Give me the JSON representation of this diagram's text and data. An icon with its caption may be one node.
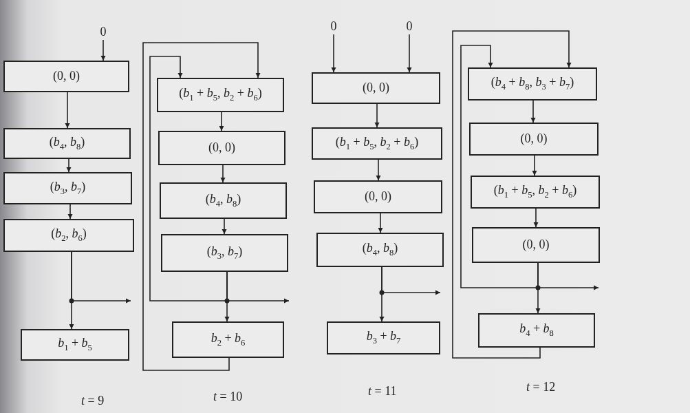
{
  "diagram": {
    "nodes": [
      {
        "text": [
          "0"
        ]
      },
      {
        "text": [
          "(0, 0)"
        ]
      },
      {
        "text": [
          "(*b*$_{4}$, *b*$_{8}$)"
        ]
      },
      {
        "text": [
          "(*b*$_{3}$, *b*$_{7}$)"
        ]
      },
      {
        "text": [
          "(*b*$_{2}$, *b*$_{6}$)"
        ]
      },
      {
        "text": [
          "*b*$_{1}$ + *b*$_{5}$"
        ]
      },
      {
        "text": [
          "(*b*$_{1}$ + *b*$_{5}$, *b*$_{2}$ + *b*$_{6}$)"
        ]
      },
      {
        "text": [
          "(0, 0)"
        ]
      },
      {
        "text": [
          "(*b*$_{4}$, *b*$_{8}$)"
        ]
      },
      {
        "text": [
          "(*b*$_{3}$, *b*$_{7}$)"
        ]
      },
      {
        "text": [
          "*b*$_{2}$ + *b*$_{6}$"
        ]
      },
      {
        "text": [
          "0"
        ]
      },
      {
        "text": [
          "0"
        ]
      },
      {
        "text": [
          "(0, 0)"
        ]
      },
      {
        "text": [
          "(*b*$_{1}$ + *b*$_{5}$, *b*$_{2}$ + *b*$_{6}$)"
        ]
      },
      {
        "text": [
          "(0, 0)"
        ]
      },
      {
        "text": [
          "(*b*$_{4}$, *b*$_{8}$)"
        ]
      },
      {
        "text": [
          "*b*$_{3}$ + *b*$_{7}$"
        ]
      },
      {
        "text": [
          "(*b*$_{4}$ + *b*$_{8}$, *b*$_{3}$ + *b*$_{7}$)"
        ]
      },
      {
        "text": [
          "(0, 0)"
        ]
      },
      {
        "text": [
          "(*b*$_{1}$ + *b*$_{5}$, *b*$_{2}$ + *b*$_{6}$)"
        ]
      },
      {
        "text": [
          "(0, 0)"
        ]
      },
      {
        "text": [
          "*b*$_{4}$ + *b*$_{8}$"
        ]
      }
    ],
    "edges": [
      {
        "from": 0,
        "to": 1,
        "arrow": "to"
      },
      {
        "from": 1,
        "to": 2,
        "arrow": "to"
      },
      {
        "from": 2,
        "to": 3,
        "arrow": "to"
      },
      {
        "from": 3,
        "to": 4,
        "arrow": "to"
      },
      {
        "from": 4,
        "to": 5,
        "arrow": "to"
      },
      {
        "from": 4,
        "to": null,
        "arrow": "to"
      },
      {
        "from": 6,
        "to": 7,
        "arrow": "to"
      },
      {
        "from": 7,
        "to": 8,
        "arrow": "to"
      },
      {
        "from": 8,
        "to": 9,
        "arrow": "to"
      },
      {
        "from": 9,
        "to": 10,
        "arrow": "to"
      },
      {
        "from": 9,
        "to": 6,
        "arrow": "to"
      },
      {
        "from": 9,
        "to": null,
        "arrow": "to"
      },
      {
        "from": 10,
        "to": 6,
        "arrow": "to"
      },
      {
        "from": 11,
        "to": 13,
        "arrow": "to"
      },
      {
        "from": 12,
        "to": 13,
        "arrow": "to"
      },
      {
        "from": 13,
        "to": 14,
        "arrow": "to"
      },
      {
        "from": 14,
        "to": 15,
        "arrow": "to"
      },
      {
        "from": 15,
        "to": 16,
        "arrow": "to"
      },
      {
        "from": 16,
        "to": 17,
        "arrow": "to"
      },
      {
        "from": 16,
        "to": null,
        "arrow": "to"
      },
      {
        "from": 18,
        "to": 19,
        "arrow": "to"
      },
      {
        "from": 19,
        "to": 20,
        "arrow": "to"
      },
      {
        "from": 20,
        "to": 21,
        "arrow": "to"
      },
      {
        "from": 21,
        "to": 22,
        "arrow": "to"
      },
      {
        "from": 21,
        "to": 18,
        "arrow": "to"
      },
      {
        "from": 21,
        "to": null,
        "arrow": "to"
      },
      {
        "from": 22,
        "to": 18,
        "arrow": "to"
      }
    ],
    "labels": [
      "*t* = 9",
      "*t* = 10",
      "*t* = 11",
      "*t* = 12"
    ]
  }
}
